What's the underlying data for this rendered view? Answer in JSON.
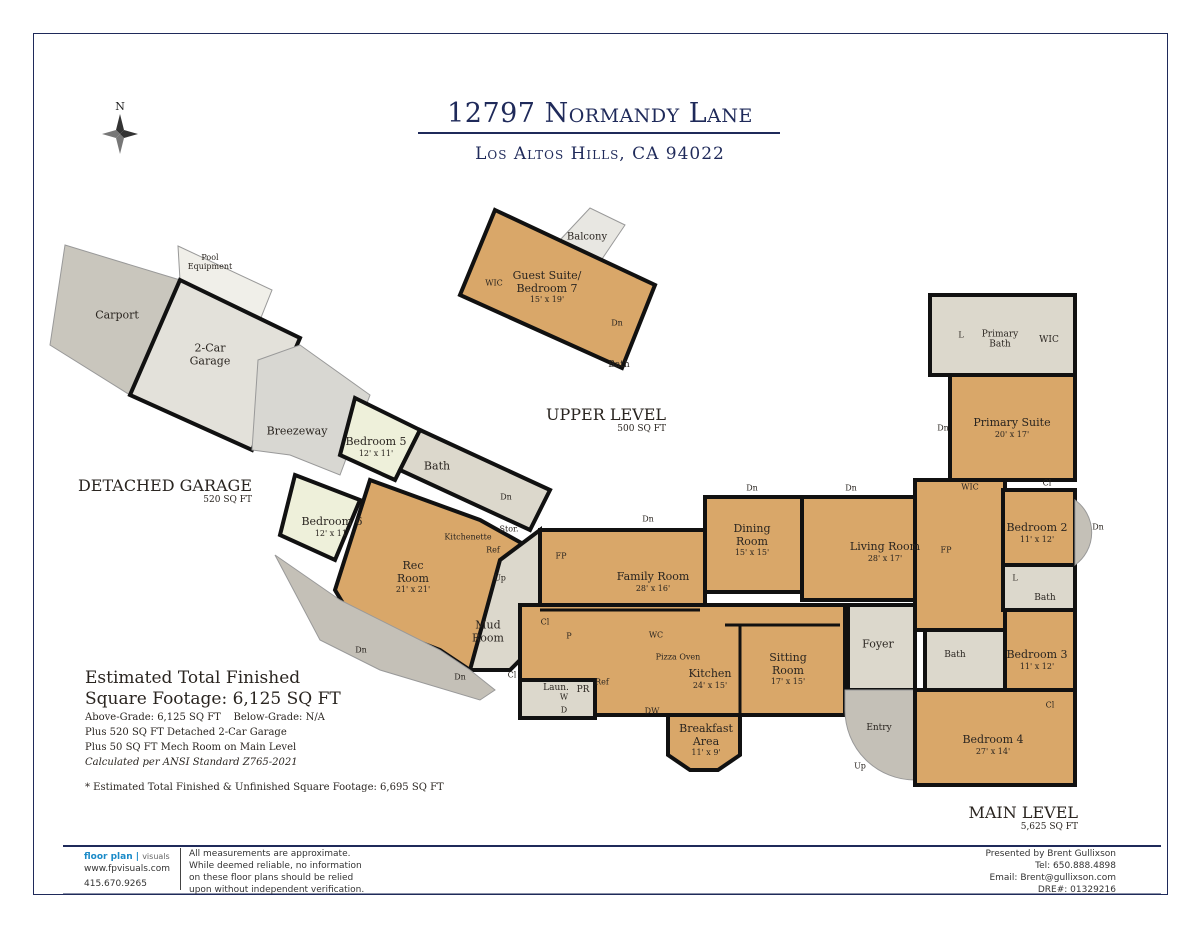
{
  "header": {
    "title": "12797 Normandy Lane",
    "subtitle": "Los Altos Hills, CA 94022",
    "north": "N"
  },
  "sections": {
    "upper": {
      "name": "UPPER LEVEL",
      "area": "500 SQ FT"
    },
    "garage": {
      "name": "DETACHED GARAGE",
      "area": "520 SQ FT"
    },
    "main": {
      "name": "MAIN LEVEL",
      "area": "5,625 SQ FT"
    }
  },
  "rooms": [
    {
      "name": "Carport",
      "dims": ""
    },
    {
      "name": "2-Car\nGarage",
      "dims": ""
    },
    {
      "name": "Pool\nEquipment",
      "dims": ""
    },
    {
      "name": "Breezeway",
      "dims": ""
    },
    {
      "name": "Bedroom 5",
      "dims": "12' x 11'"
    },
    {
      "name": "Bath",
      "dims": ""
    },
    {
      "name": "Bedroom 6",
      "dims": "12' x 11'"
    },
    {
      "name": "Rec\nRoom",
      "dims": "21' x 21'"
    },
    {
      "name": "Kitchenette",
      "dims": ""
    },
    {
      "name": "Mud\nRoom",
      "dims": ""
    },
    {
      "name": "Family Room",
      "dims": "28' x 16'"
    },
    {
      "name": "Dining\nRoom",
      "dims": "15' x 15'"
    },
    {
      "name": "Living Room",
      "dims": "28' x 17'"
    },
    {
      "name": "Kitchen",
      "dims": "24' x 15'"
    },
    {
      "name": "Breakfast\nArea",
      "dims": "11' x 9'"
    },
    {
      "name": "Sitting\nRoom",
      "dims": "17' x 15'"
    },
    {
      "name": "Foyer",
      "dims": ""
    },
    {
      "name": "Entry",
      "dims": ""
    },
    {
      "name": "Primary Suite",
      "dims": "20' x 17'"
    },
    {
      "name": "Primary\nBath",
      "dims": ""
    },
    {
      "name": "WIC",
      "dims": ""
    },
    {
      "name": "Bedroom 2",
      "dims": "11' x 12'"
    },
    {
      "name": "Bath",
      "dims": ""
    },
    {
      "name": "Bedroom 3",
      "dims": "11' x 12'"
    },
    {
      "name": "Bath",
      "dims": ""
    },
    {
      "name": "Bedroom 4",
      "dims": "27' x 14'"
    },
    {
      "name": "Laun.",
      "dims": ""
    },
    {
      "name": "PR",
      "dims": ""
    },
    {
      "name": "Pizza Oven",
      "dims": ""
    },
    {
      "name": "Guest Suite/\nBedroom 7",
      "dims": "15' x 19'"
    },
    {
      "name": "Balcony",
      "dims": ""
    },
    {
      "name": "WIC",
      "dims": ""
    },
    {
      "name": "Bath",
      "dims": ""
    }
  ],
  "fixtures": [
    "Stor.",
    "Ref",
    "Ref",
    "FP",
    "FP",
    "WC",
    "P",
    "W",
    "D",
    "DW",
    "Up",
    "Dn",
    "Dn",
    "Dn",
    "Dn",
    "Dn",
    "Dn",
    "Dn",
    "Dn",
    "Up",
    "Cl",
    "Cl",
    "Cl",
    "Cl",
    "WIC",
    "L",
    "L",
    "Dn"
  ],
  "stats": {
    "headline1": "Estimated Total Finished",
    "headline2": "Square Footage: 6,125 SQ FT",
    "line1": "Above-Grade: 6,125 SQ FT    Below-Grade: N/A",
    "line2": "Plus 520 SQ FT Detached 2-Car Garage",
    "line3": "Plus 50 SQ FT Mech Room on Main Level",
    "line4": "Calculated per ANSI Standard Z765-2021",
    "note": "* Estimated Total Finished & Unfinished Square Footage: 6,695 SQ FT"
  },
  "footer": {
    "brand": "floor plan",
    "brand_sub": "visuals",
    "website": "www.fpvisuals.com",
    "phone": "415.670.9265",
    "disclaimer": [
      "All measurements are approximate.",
      "While deemed reliable, no information",
      "on these floor plans should be relied",
      "upon without independent verification."
    ],
    "agent": [
      "Presented by Brent Gullixson",
      "Tel: 650.888.4898",
      "Email: Brent@gullixson.com",
      "DRE#: 01329216"
    ]
  },
  "colors": {
    "wood": "#d9a769",
    "tile": "#dcd8cc",
    "pale": "#eef0da",
    "patio": "#c4c0b7",
    "navy": "#1f2a5a"
  }
}
